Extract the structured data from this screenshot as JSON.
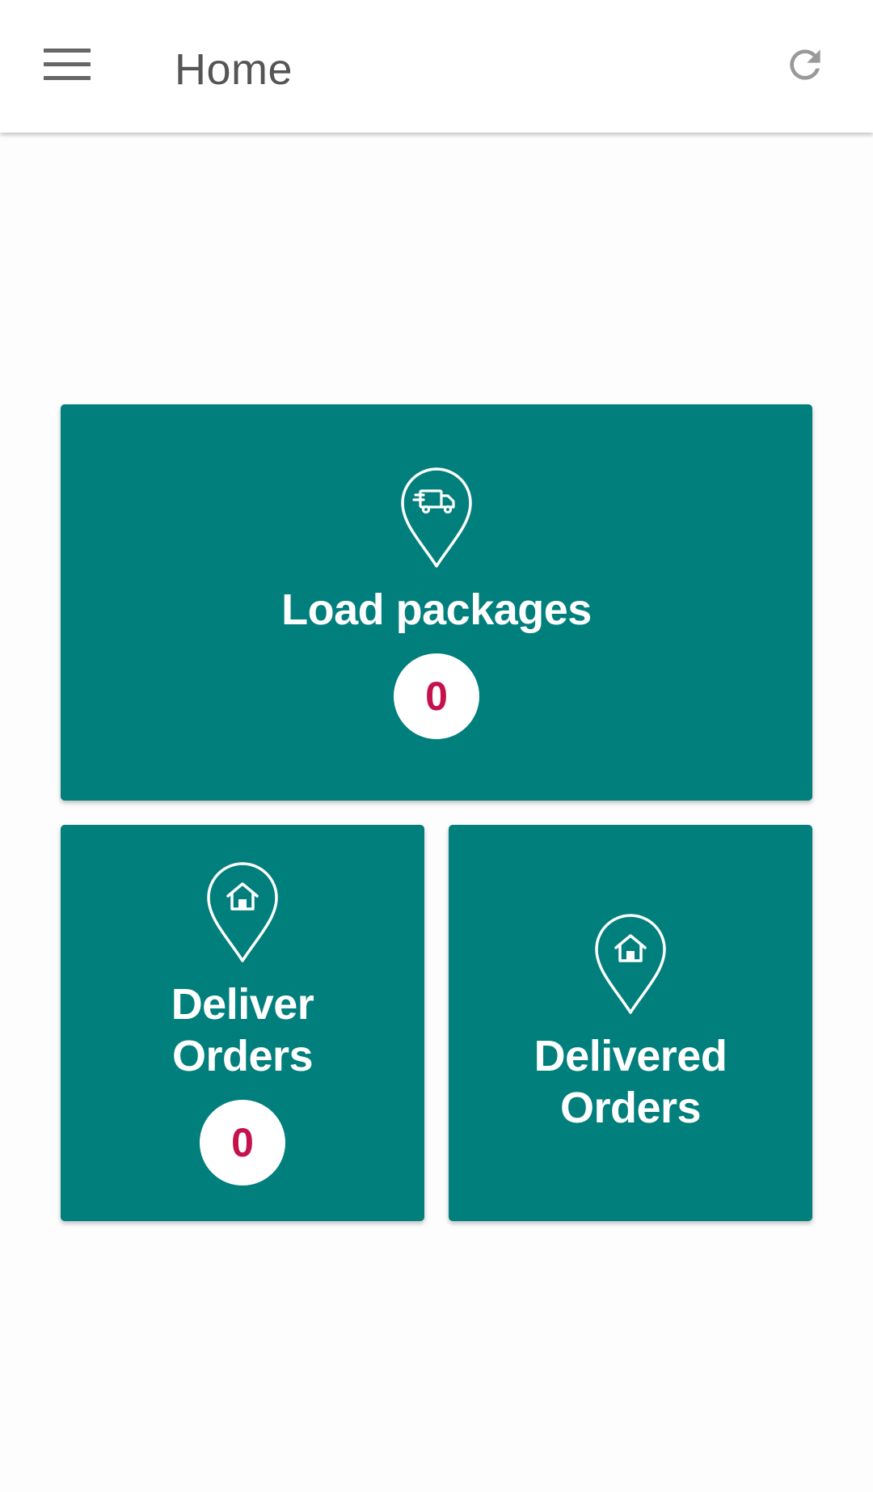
{
  "toolbar": {
    "title": "Home",
    "menu_icon": "hamburger-menu-icon",
    "refresh_icon": "refresh-icon"
  },
  "tiles": [
    {
      "label": "Load packages",
      "count": "0",
      "icon": "truck-location-pin-icon"
    },
    {
      "label": "Deliver Orders",
      "count": "0",
      "icon": "home-location-pin-icon"
    },
    {
      "label": "Delivered Orders",
      "icon": "home-location-pin-icon"
    }
  ],
  "colors": {
    "tile_background": "#017f7c",
    "badge_text": "#c4124c",
    "toolbar_text": "#555555"
  }
}
